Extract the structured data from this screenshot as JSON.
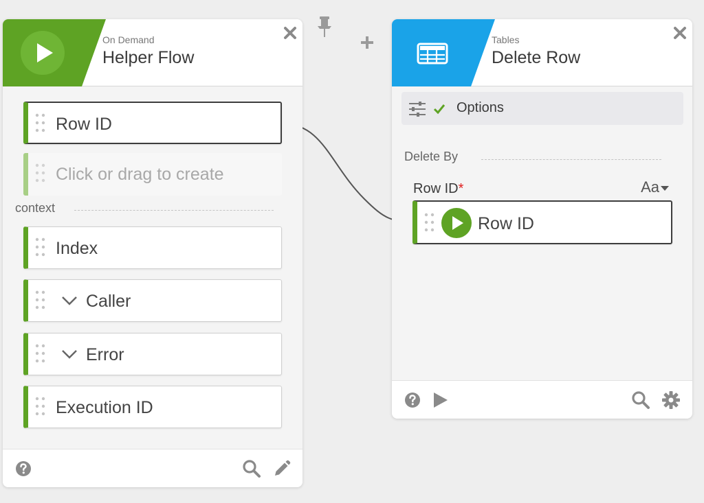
{
  "left_card": {
    "trigger_type": "On Demand",
    "title": "Helper Flow",
    "fields": [
      {
        "label": "Row ID"
      },
      {
        "label": "Click or drag to create"
      }
    ],
    "context_label": "context",
    "context_fields": [
      {
        "label": "Index",
        "expandable": false
      },
      {
        "label": "Caller",
        "expandable": true
      },
      {
        "label": "Error",
        "expandable": true
      },
      {
        "label": "Execution ID",
        "expandable": false
      }
    ],
    "accent": "#5ea324"
  },
  "right_card": {
    "category": "Tables",
    "title": "Delete Row",
    "options_label": "Options",
    "section_label": "Delete By",
    "input_label": "Row ID",
    "required_mark": "*",
    "type_selector": "Aa",
    "mapped_value": "Row ID",
    "accent": "#1aa3e8"
  }
}
